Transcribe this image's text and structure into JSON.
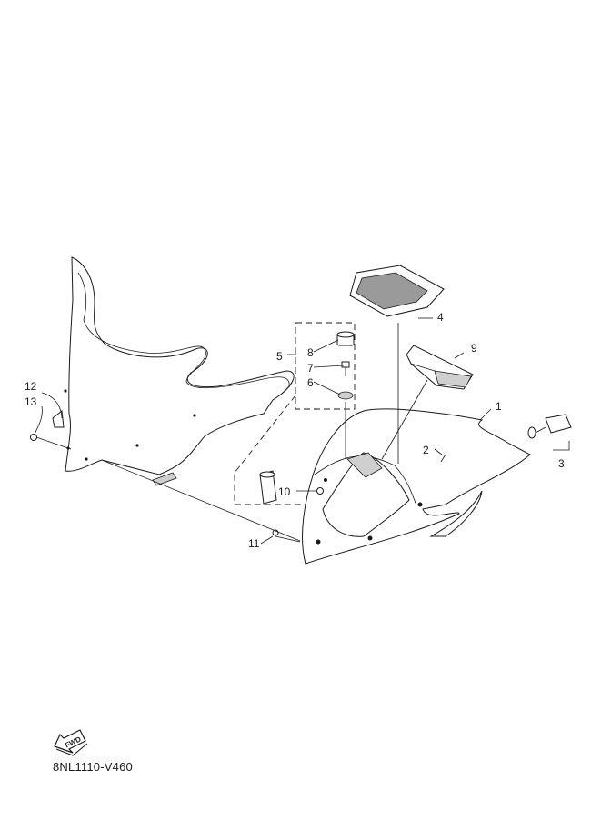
{
  "diagram_code": "8NL1110-V460",
  "fwd_label": "FWD",
  "callouts": {
    "p1": "1",
    "p2": "2",
    "p3": "3",
    "p4": "4",
    "p5": "5",
    "p6": "6",
    "p7": "7",
    "p8": "8",
    "p9": "9",
    "p10": "10",
    "p11": "11",
    "p12": "12",
    "p13": "13"
  }
}
